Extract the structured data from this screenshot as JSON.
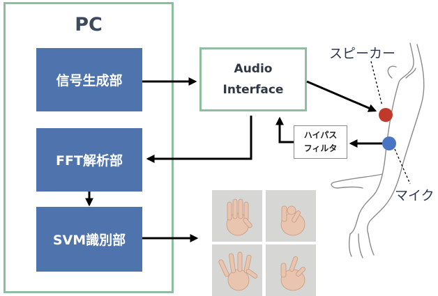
{
  "pc": {
    "title": "PC",
    "blocks": {
      "signal_gen": "信号生成部",
      "fft": "FFT解析部",
      "svm": "SVM識別部"
    }
  },
  "audio_interface": {
    "line1": "Audio",
    "line2": "Interface"
  },
  "highpass_filter": {
    "line1": "ハイパス",
    "line2": "フィルタ"
  },
  "labels": {
    "speaker": "スピーカー",
    "mic": "マイク"
  },
  "colors": {
    "block": "#4e73ad",
    "frame": "#8fbd9f",
    "speaker": "#c0392b",
    "mic": "#4a74c4"
  },
  "gesture_icons": [
    "open-palm-icon",
    "pinch-icon",
    "spread-hand-icon",
    "thumb-hand-icon"
  ]
}
